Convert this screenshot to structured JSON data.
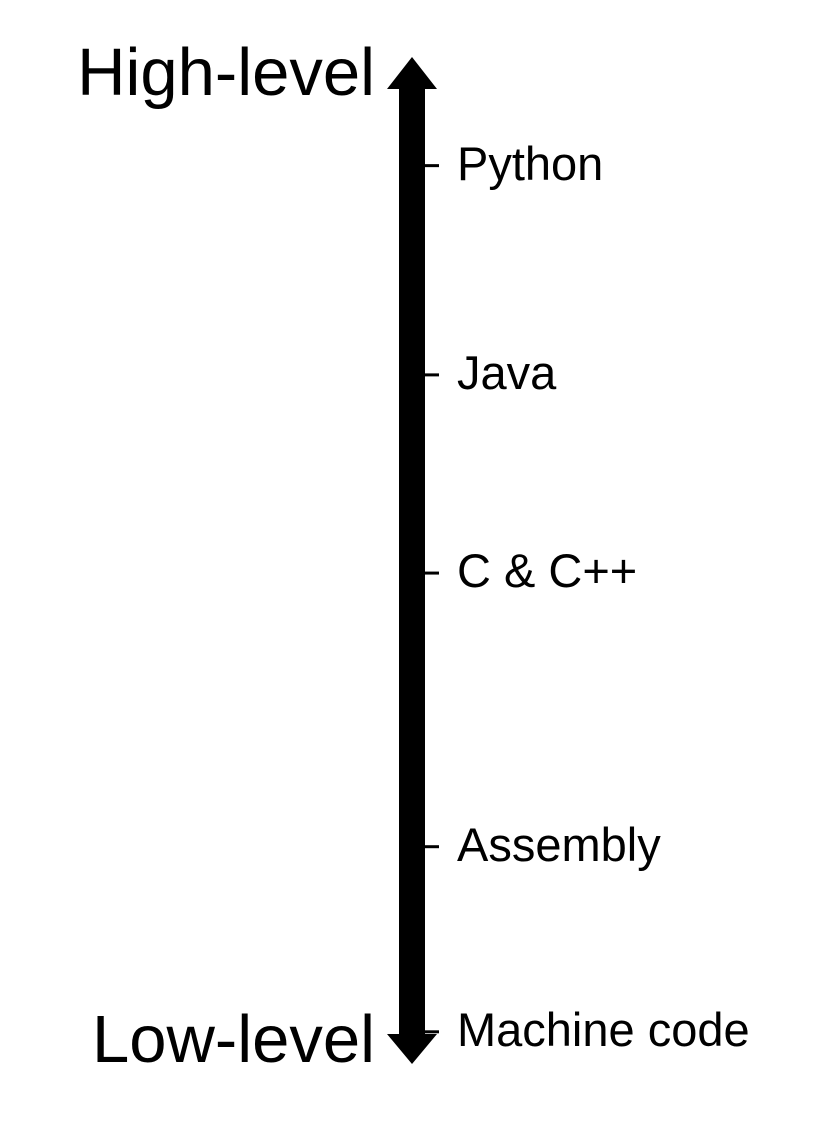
{
  "scale": {
    "top_label": "High-level",
    "bottom_label": "Low-level",
    "color": "#000000"
  },
  "levels": [
    {
      "label": "Python",
      "position": 0.107
    },
    {
      "label": "Java",
      "position": 0.315
    },
    {
      "label": "C & C++",
      "position": 0.512
    },
    {
      "label": "Assembly",
      "position": 0.784
    },
    {
      "label": "Machine code",
      "position": 0.968
    }
  ]
}
